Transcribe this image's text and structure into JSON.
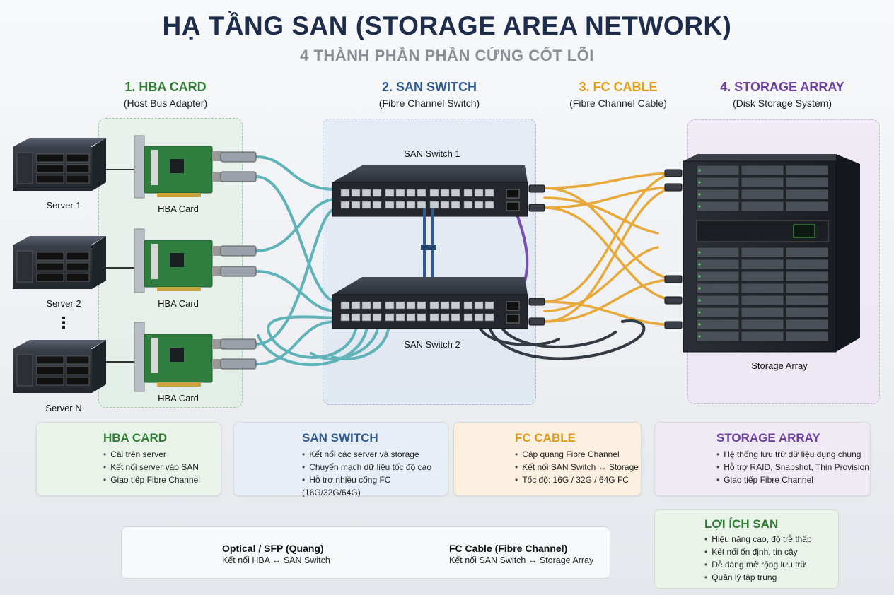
{
  "title": "HẠ TẦNG SAN (STORAGE AREA NETWORK)",
  "subtitle": "4 THÀNH PHẦN PHẦN CỨNG CỐT LÕI",
  "colors": {
    "hba": "#2e7d32",
    "switch": "#2f5a91",
    "fc": "#e49a12",
    "storage": "#6b3fa0",
    "optical_cable": "#5fb3b8",
    "fc_cable": "#e7a93a",
    "black_cable": "#333a44"
  },
  "sections": [
    {
      "title": "1. HBA CARD",
      "subtitle": "(Host Bus Adapter)"
    },
    {
      "title": "2. SAN SWITCH",
      "subtitle": "(Fibre Channel Switch)"
    },
    {
      "title": "3. FC CABLE",
      "subtitle": "(Fibre Channel Cable)"
    },
    {
      "title": "4. STORAGE ARRAY",
      "subtitle": "(Disk Storage System)"
    }
  ],
  "servers": {
    "s1": "Server 1",
    "s2": "Server 2",
    "ellipsis": "⋮",
    "sn": "Server N"
  },
  "hba_label": "HBA Card",
  "switch1_label": "SAN Switch 1",
  "switch2_label": "SAN Switch 2",
  "storage_label": "Storage Array",
  "cards": {
    "hba": {
      "title": "HBA CARD",
      "icon": "hba-card-icon",
      "items": [
        "Cài trên server",
        "Kết nối server vào SAN",
        "Giao tiếp Fibre Channel"
      ]
    },
    "switch": {
      "title": "SAN SWITCH",
      "icon": "switch-icon",
      "items": [
        "Kết nối các server và storage",
        "Chuyển mạch dữ liệu tốc độ cao",
        "Hỗ trợ nhiều cổng FC (16G/32G/64G)"
      ]
    },
    "fc": {
      "title": "FC CABLE",
      "icon": "cable-coil-icon",
      "items": [
        "Cáp quang Fibre Channel",
        "Kết nối SAN Switch ↔ Storage",
        "Tốc độ: 16G / 32G / 64G FC"
      ]
    },
    "storage": {
      "title": "STORAGE ARRAY",
      "icon": "database-icon",
      "items": [
        "Hệ thống lưu trữ dữ liệu dụng chung",
        "Hỗ trợ RAID, Snapshot, Thin Provision",
        "Giao tiếp Fibre Channel"
      ]
    }
  },
  "legend": {
    "optical": {
      "title": "Optical / SFP (Quang)",
      "desc": "Kết nối HBA ↔ SAN Switch"
    },
    "fc": {
      "title": "FC Cable (Fibre Channel)",
      "desc": "Kết nối SAN Switch ↔ Storage Array"
    }
  },
  "benefits": {
    "title": "LỢI ÍCH SAN",
    "items": [
      "Hiệu năng cao, độ trễ thấp",
      "Kết nối ổn định, tin cậy",
      "Dễ dàng mở rộng lưu trữ",
      "Quản lý tập trung"
    ]
  }
}
